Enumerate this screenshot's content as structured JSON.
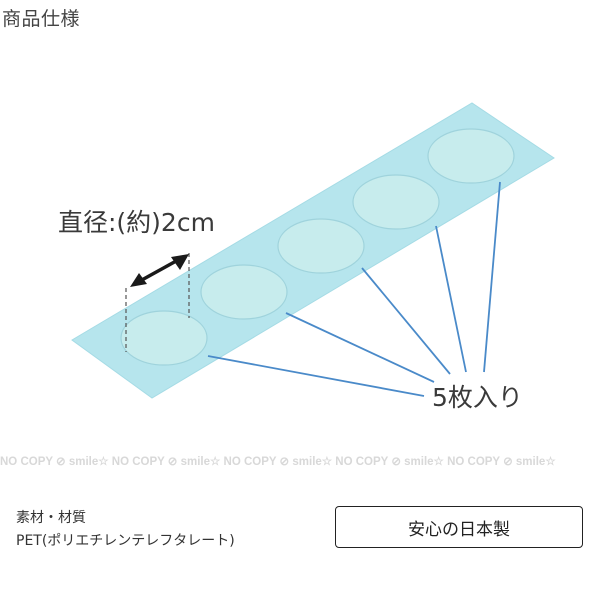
{
  "section_title": "商品仕様",
  "illustration": {
    "diameter_label": "直径:(約)2cm",
    "count_label": "5枚入り",
    "colors": {
      "sheet": "#b6e5ed",
      "sticker": "#c8eded",
      "leader_line": "#4a8ac9",
      "arrow": "#1a1a1a"
    }
  },
  "watermark": "NO COPY ⊘ smile☆ NO COPY ⊘ smile☆ NO COPY ⊘ smile☆ NO COPY ⊘ smile☆ NO COPY ⊘ smile☆",
  "material": {
    "heading": "素材・材質",
    "value": "PET(ポリエチレンテレフタレート)"
  },
  "badge": "安心の日本製"
}
